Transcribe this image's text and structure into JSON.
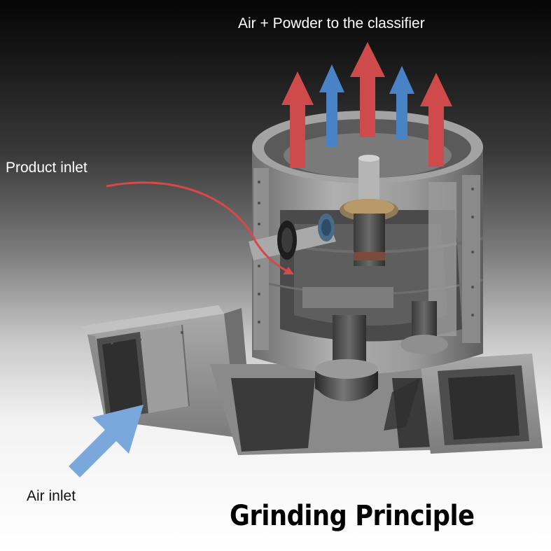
{
  "labels": {
    "outlet": "Air + Powder to the classifier",
    "product_inlet": "Product inlet",
    "air_inlet": "Air inlet"
  },
  "title": "Grinding Principle",
  "colors": {
    "red_arrow": "#cf4a4a",
    "blue_arrow": "#4a82c8",
    "air_inlet_arrow": "#7aa7dc",
    "product_curve": "#d84848",
    "machine_grey": "#9a9a9a"
  },
  "outlet_arrows": [
    "red",
    "blue",
    "red",
    "blue",
    "red"
  ]
}
